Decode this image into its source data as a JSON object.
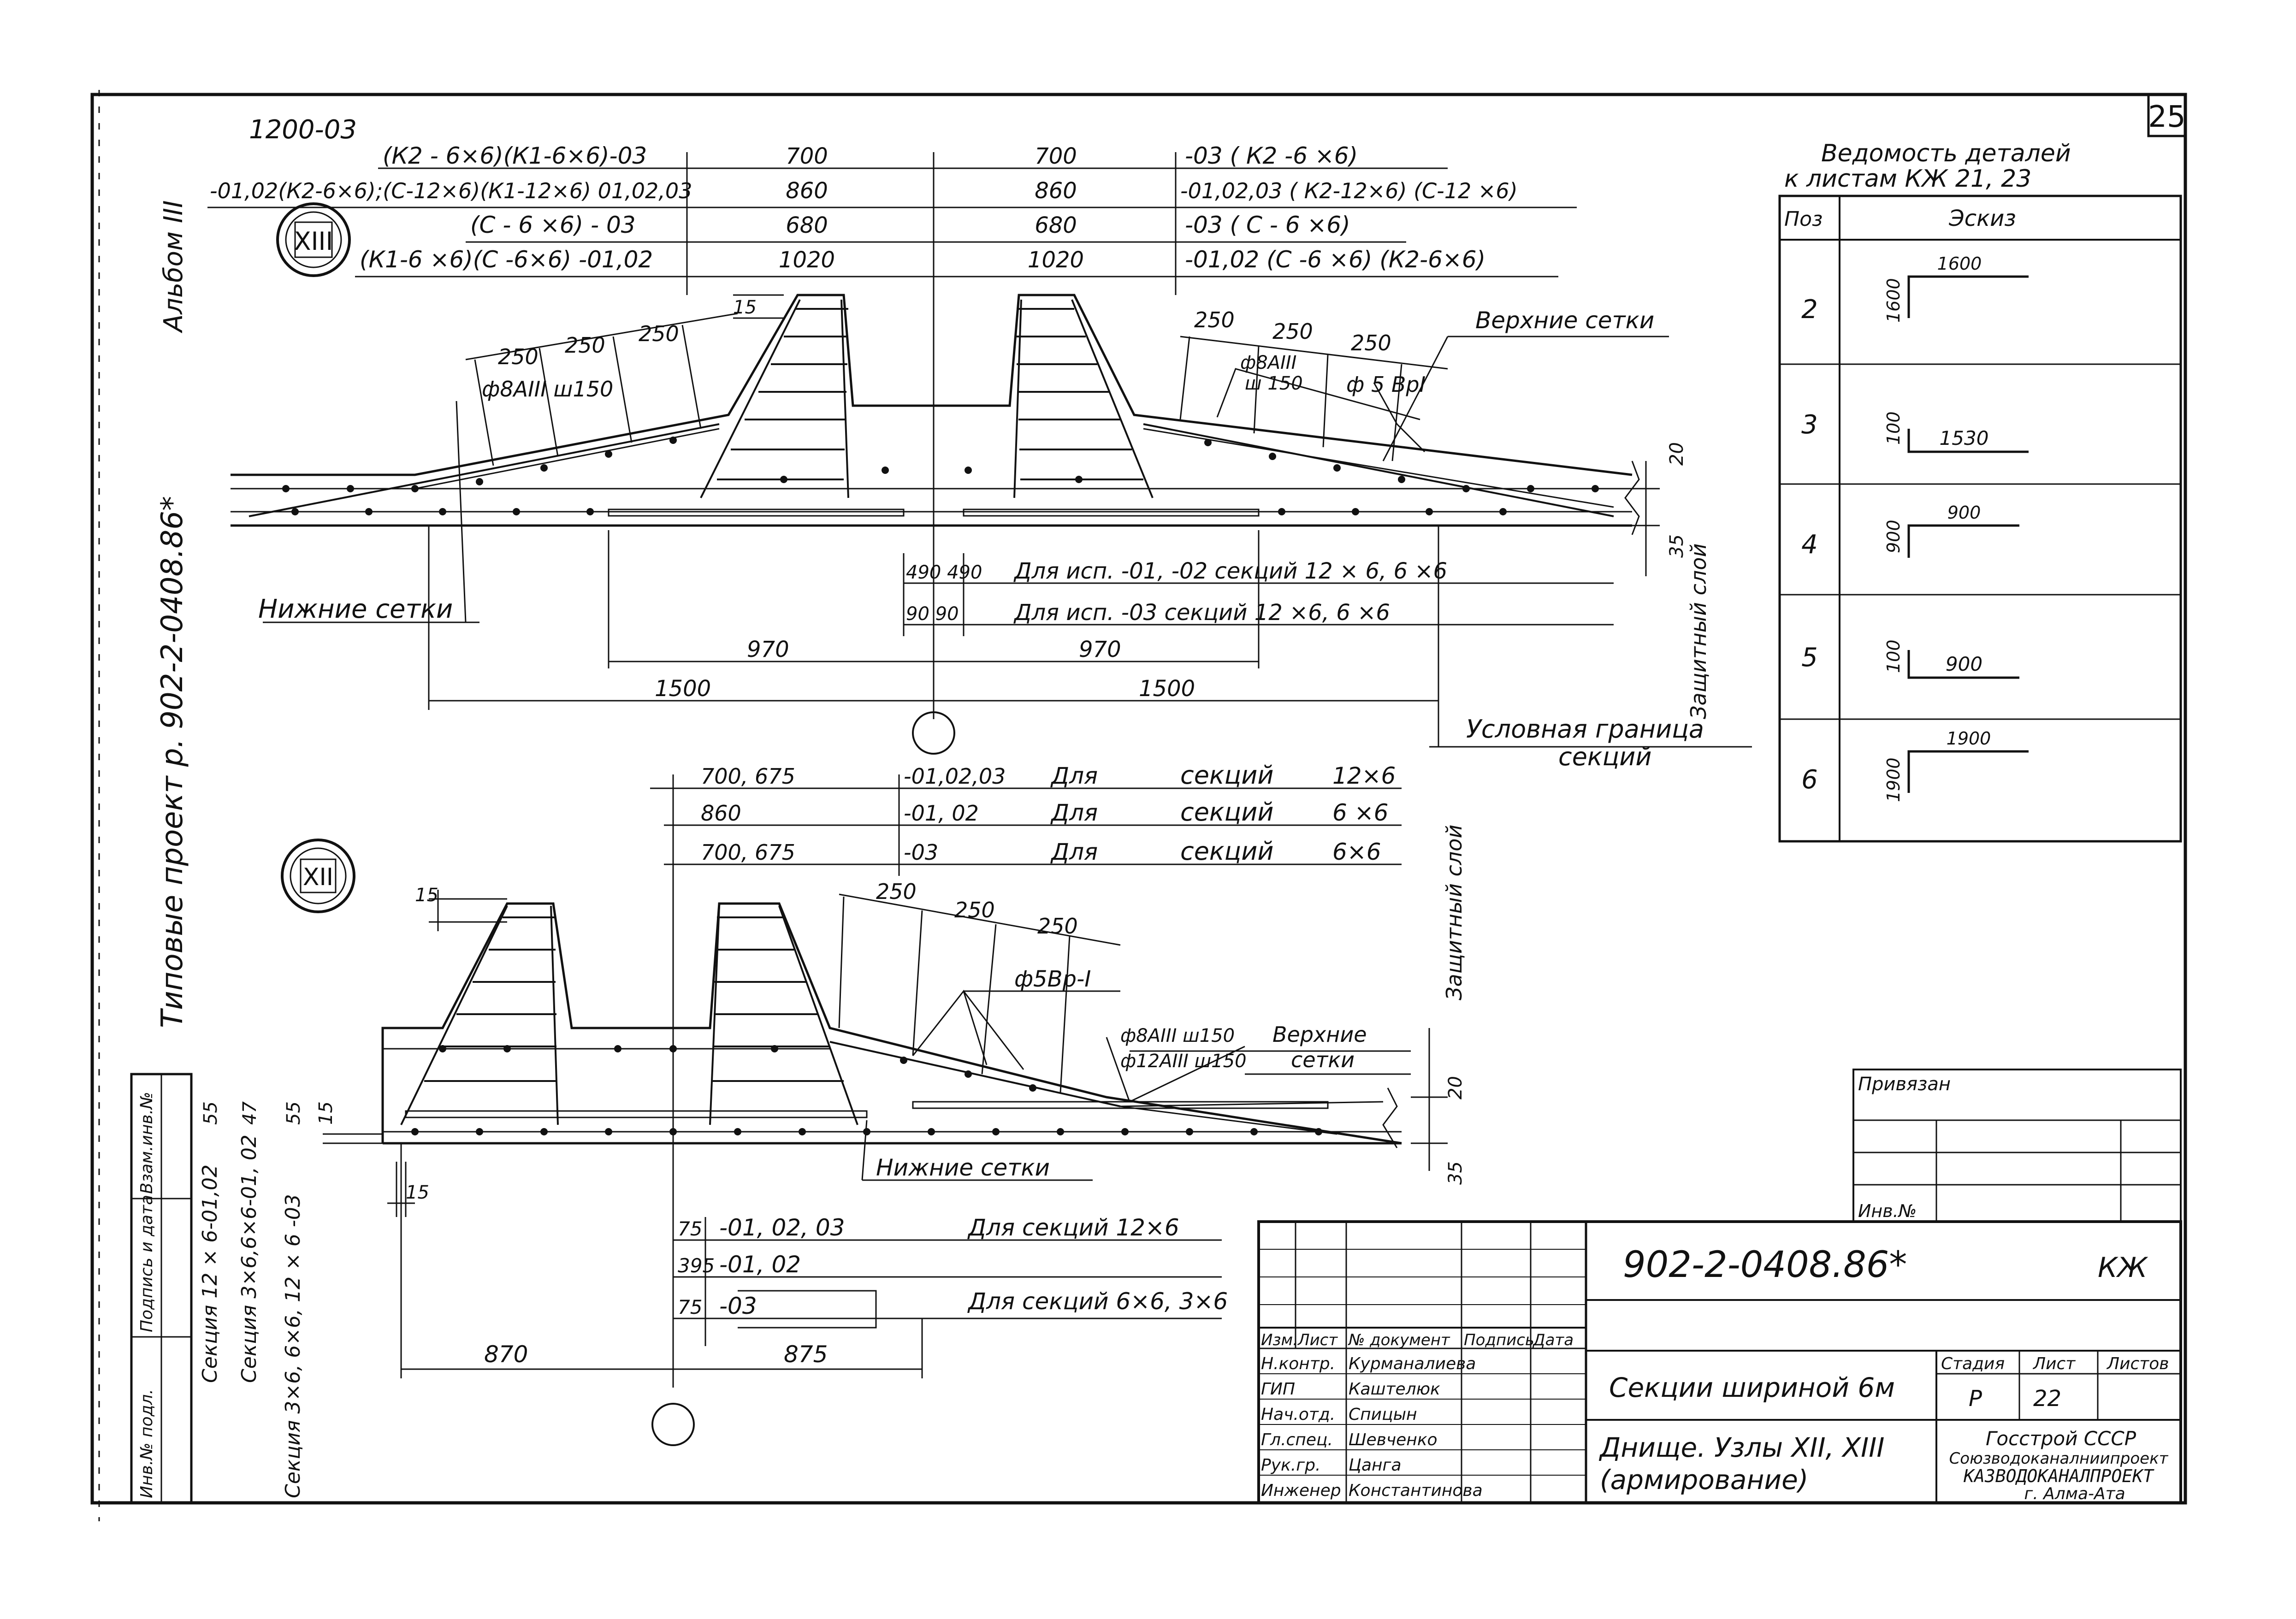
{
  "sheet": {
    "number": "25",
    "top_code": "1200-03",
    "side_title": "Типовые проект р. 902-2-0408.86*",
    "album": "Альбом III"
  },
  "node_labels": {
    "top": "XIII",
    "bottom": "XII"
  },
  "top_detail": {
    "schedule": [
      {
        "left": "(К2 - 6×6)(К1-6×6)-03",
        "c1": "700",
        "c2": "700",
        "right": "-03   ( К2 -6 ×6)"
      },
      {
        "left": "-01,02(К2-6×6);(С-12×6)(К1-12×6) 01,02,03",
        "c1": "860",
        "c2": "860",
        "right": "-01,02,03 ( К2-12×6) (С-12 ×6)"
      },
      {
        "left": "(С - 6 ×6)   - 03",
        "c1": "680",
        "c2": "680",
        "right": "-03   ( С - 6 ×6)"
      },
      {
        "left": "(К1-6 ×6)(С -6×6)   -01,02",
        "c1": "1020",
        "c2": "1020",
        "right": "-01,02 (С -6 ×6) (К2-6×6)"
      }
    ],
    "spacing": [
      "250",
      "250",
      "250",
      "250",
      "250",
      "250"
    ],
    "dim_15": "15",
    "bar_left": "ф8АIII ш150",
    "bar_right_1": "ф8АIII",
    "bar_right_2": "ш 150",
    "bar_right_3": "ф 5 ВрI",
    "upper_mesh": "Верхние сетки",
    "lower_mesh": "Нижние сетки",
    "dim_20": "20",
    "dim_35": "35",
    "protective_layer": "Защитный слой",
    "note_1_dims": "490 490",
    "note_1": "Для  исп. -01, -02  секций   12 × 6,  6 ×6",
    "note_2_dims": "90 90",
    "note_2": "Для  исп. -03      секций   12 ×6,  6 ×6",
    "dim_970_l": "970",
    "dim_970_r": "970",
    "dim_1500_l": "1500",
    "dim_1500_r": "1500",
    "boundary_1": "Условная граница",
    "boundary_2": "секций"
  },
  "schedule_table": {
    "title_1": "Ведомость деталей",
    "title_2": "к листам   КЖ 21, 23",
    "col_pos": "Поз",
    "col_sketch": "Эскиз",
    "rows": [
      {
        "pos": "2",
        "horiz": "1600",
        "vert": "1600"
      },
      {
        "pos": "3",
        "horiz": "1530",
        "vert": "100"
      },
      {
        "pos": "4",
        "horiz": "900",
        "vert": "900"
      },
      {
        "pos": "5",
        "horiz": "900",
        "vert": "100"
      },
      {
        "pos": "6",
        "horiz": "1900",
        "vert": "1900"
      }
    ]
  },
  "bottom_detail": {
    "schedule": [
      {
        "a": "700,   675",
        "b": "-01,02,03",
        "c": "Для",
        "d": "секций",
        "e": "12×6"
      },
      {
        "a": "860",
        "b": "-01, 02",
        "c": "Для",
        "d": "секций",
        "e": "6 ×6"
      },
      {
        "a": "700,   675",
        "b": "-03",
        "c": "Для",
        "d": "секций",
        "e": "6×6"
      }
    ],
    "dim_15a": "15",
    "spacing": [
      "250",
      "250",
      "250"
    ],
    "bar_1": "ф5Вр-I",
    "bar_2": "ф8АIII ш150",
    "bar_3": "ф12АIII ш150",
    "upper_mesh_1": "Верхние",
    "upper_mesh_2": "сетки",
    "lower_mesh": "Нижние сетки",
    "protective_layer": "Защитный слой",
    "dim_20": "20",
    "dim_35": "35",
    "dim_15b": "15",
    "dim_15c": "15",
    "side_dims": [
      "55",
      "47",
      "55"
    ],
    "vert_notes": [
      "Секция 12 × 6-01,02",
      "Секция 3×6,6×6-01, 02",
      "Секция 3×6, 6×6, 12 × 6  -03"
    ],
    "lower_notes": [
      {
        "d": "75",
        "t": "-01,  02,  03",
        "n": "Для секций 12×6"
      },
      {
        "d": "395",
        "t": "-01,  02",
        "n": ""
      },
      {
        "d": "75",
        "t": "-03",
        "n": "Для секций 6×6, 3×6"
      }
    ],
    "dim_870": "870",
    "dim_875": "875"
  },
  "left_strip": {
    "cells": [
      "Инв.№ подл.",
      "Подпись и дата",
      "Взам.инв.№"
    ]
  },
  "attach": {
    "label": "Привязан",
    "inv": "Инв.№"
  },
  "title_block": {
    "code": "902-2-0408.86*",
    "mark": "КЖ",
    "hdr": [
      "Изм.",
      "Лист",
      "№ документ",
      "Подпись",
      "Дата"
    ],
    "roles": [
      {
        "role": "Н.контр.",
        "name": "Курманалиева"
      },
      {
        "role": "ГИП",
        "name": "Каштелюк"
      },
      {
        "role": "Нач.отд.",
        "name": "Спицын"
      },
      {
        "role": "Гл.спец.",
        "name": "Шевченко"
      },
      {
        "role": "Рук.гр.",
        "name": "Цанга"
      },
      {
        "role": "Инженер",
        "name": "Константинова"
      }
    ],
    "title_1": "Секции шириной 6м",
    "title_2": "Днище. Узлы XII, XIII",
    "title_3": "(армирование)",
    "stage_h": "Стадия",
    "sheet_h": "Лист",
    "sheets_h": "Листов",
    "stage": "Р",
    "sheet": "22",
    "org_1": "Госстрой СССР",
    "org_2": "Союзводоканалниипроект",
    "org_3": "КАЗВОДОКАНАЛПРОЕКТ",
    "org_4": "г. Алма-Ата"
  }
}
